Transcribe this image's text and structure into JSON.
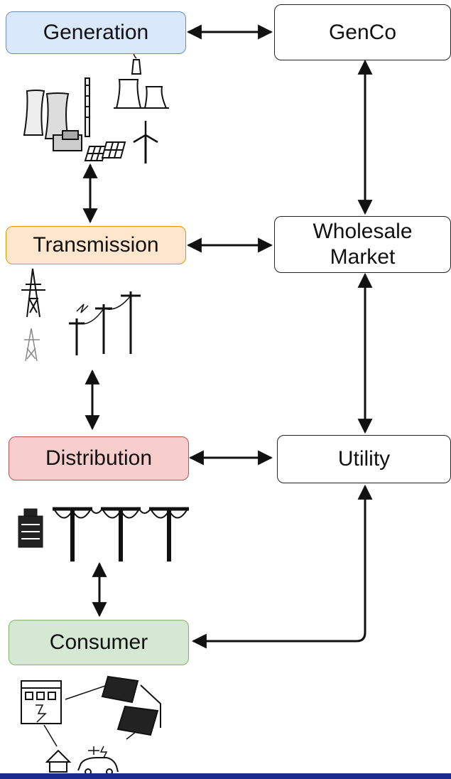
{
  "nodes": {
    "generation": {
      "label": "Generation",
      "fill": "#dae8fc",
      "stroke": "#6c8ebf"
    },
    "transmission": {
      "label": "Transmission",
      "fill": "#ffe6cc",
      "stroke": "#d79b00"
    },
    "distribution": {
      "label": "Distribution",
      "fill": "#f8cecc",
      "stroke": "#b85450"
    },
    "consumer": {
      "label": "Consumer",
      "fill": "#d5e8d4",
      "stroke": "#82b366"
    },
    "genco": {
      "label": "GenCo",
      "fill": "#ffffff",
      "stroke": "#222222"
    },
    "wholesale": {
      "label": "Wholesale\nMarket",
      "fill": "#ffffff",
      "stroke": "#222222"
    },
    "utility": {
      "label": "Utility",
      "fill": "#ffffff",
      "stroke": "#222222"
    }
  },
  "edges": [
    {
      "from": "generation",
      "to": "genco",
      "direction": "both"
    },
    {
      "from": "genco",
      "to": "wholesale",
      "direction": "both"
    },
    {
      "from": "generation-icons",
      "to": "transmission",
      "direction": "both"
    },
    {
      "from": "transmission",
      "to": "wholesale",
      "direction": "both"
    },
    {
      "from": "wholesale",
      "to": "utility",
      "direction": "both"
    },
    {
      "from": "transmission-icons",
      "to": "distribution",
      "direction": "both"
    },
    {
      "from": "distribution",
      "to": "utility",
      "direction": "both"
    },
    {
      "from": "distribution-icons",
      "to": "consumer",
      "direction": "both"
    },
    {
      "from": "utility",
      "to": "consumer",
      "direction": "both"
    }
  ],
  "icons": {
    "generation": [
      "cooling-tower-icon",
      "power-plant-icon",
      "solar-panel-icon",
      "wind-turbine-icon"
    ],
    "transmission": [
      "transmission-tower-icon",
      "utility-pole-icon"
    ],
    "distribution": [
      "transformer-icon",
      "distribution-pole-icon"
    ],
    "consumer": [
      "building-icon",
      "rooftop-solar-icon",
      "house-icon",
      "electric-vehicle-icon"
    ]
  },
  "colors": {
    "edge": "#111111",
    "bottom_bar": "#1a2a8c"
  }
}
